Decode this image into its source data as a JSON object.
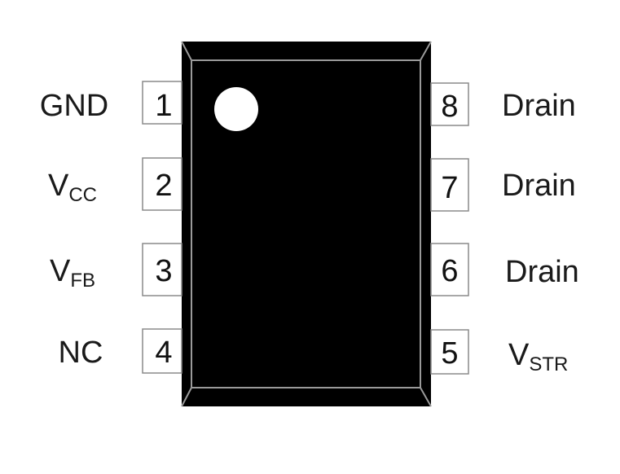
{
  "colors": {
    "package_body": "#000000",
    "pin_fill": "#ffffff",
    "pin_stroke": "#8a8a8a",
    "bevel": "#9a9a9a",
    "text": "#1a1a1a"
  },
  "pins_left": [
    {
      "number": "1",
      "name": "GND",
      "sub": ""
    },
    {
      "number": "2",
      "name": "V",
      "sub": "CC"
    },
    {
      "number": "3",
      "name": "V",
      "sub": "FB"
    },
    {
      "number": "4",
      "name": "NC",
      "sub": ""
    }
  ],
  "pins_right": [
    {
      "number": "8",
      "name": "Drain",
      "sub": ""
    },
    {
      "number": "7",
      "name": "Drain",
      "sub": ""
    },
    {
      "number": "6",
      "name": "Drain",
      "sub": ""
    },
    {
      "number": "5",
      "name": "V",
      "sub": "STR"
    }
  ]
}
